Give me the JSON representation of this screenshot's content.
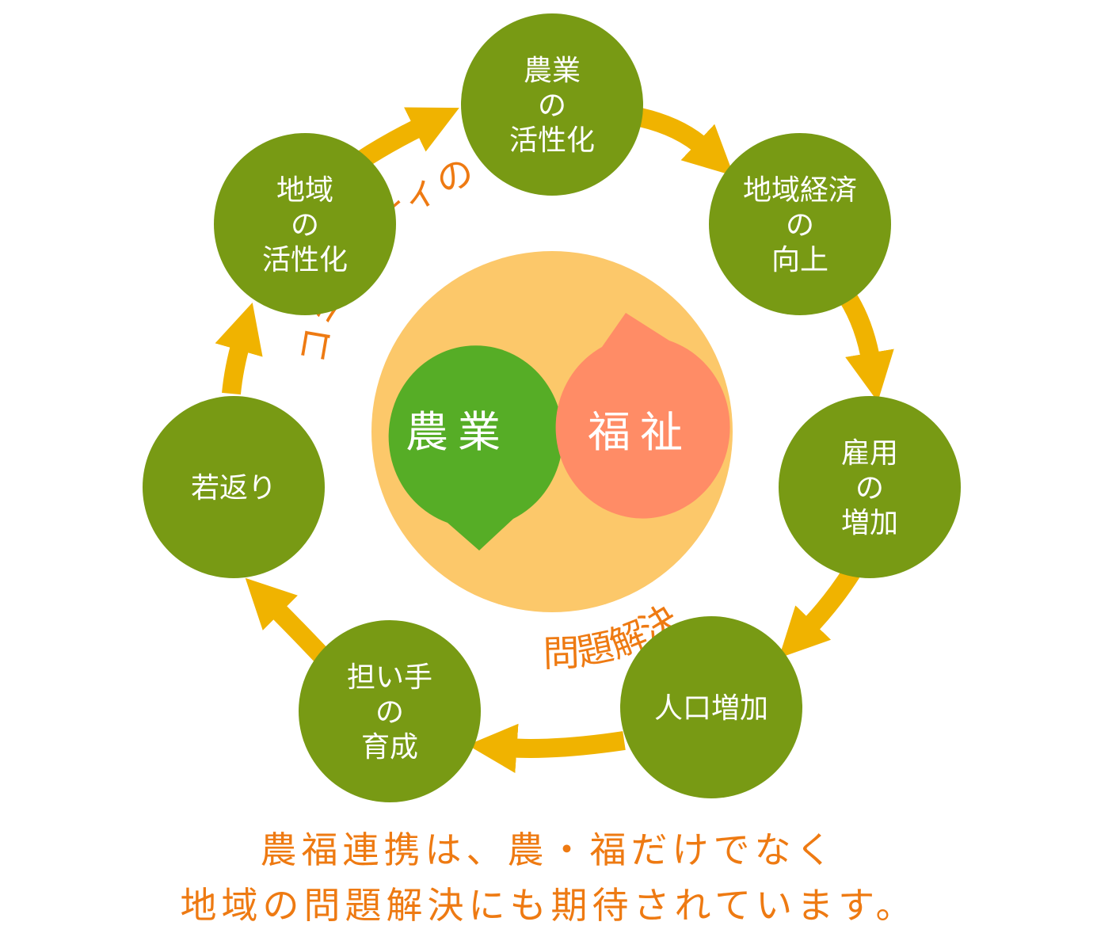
{
  "colors": {
    "node_fill": "#789a14",
    "arrow": "#f0b300",
    "center_disc": "#fcc86a",
    "agriculture_bubble": "#56ad26",
    "welfare_bubble": "#ff8c66",
    "accent_text": "#ee7a12",
    "node_text": "#ffffff"
  },
  "center": {
    "agriculture_label": "農業",
    "welfare_label": "福祉",
    "arc_top_text": "コミュニティの",
    "arc_bottom_text": "問題解決"
  },
  "cycle_nodes": [
    {
      "id": "agri-activation",
      "lines": [
        "農業",
        "の",
        "活性化"
      ]
    },
    {
      "id": "economy-improvement",
      "lines": [
        "地域経済",
        "の",
        "向上"
      ]
    },
    {
      "id": "employment-increase",
      "lines": [
        "雇用",
        "の",
        "増加"
      ]
    },
    {
      "id": "population-increase",
      "lines": [
        "人口増加"
      ]
    },
    {
      "id": "successor-training",
      "lines": [
        "担い手",
        "の",
        "育成"
      ]
    },
    {
      "id": "rejuvenation",
      "lines": [
        "若返り"
      ]
    },
    {
      "id": "region-activation",
      "lines": [
        "地域",
        "の",
        "活性化"
      ]
    }
  ],
  "caption": {
    "line1": "農福連携は、農・福だけでなく",
    "line2": "地域の問題解決にも期待されています。"
  }
}
